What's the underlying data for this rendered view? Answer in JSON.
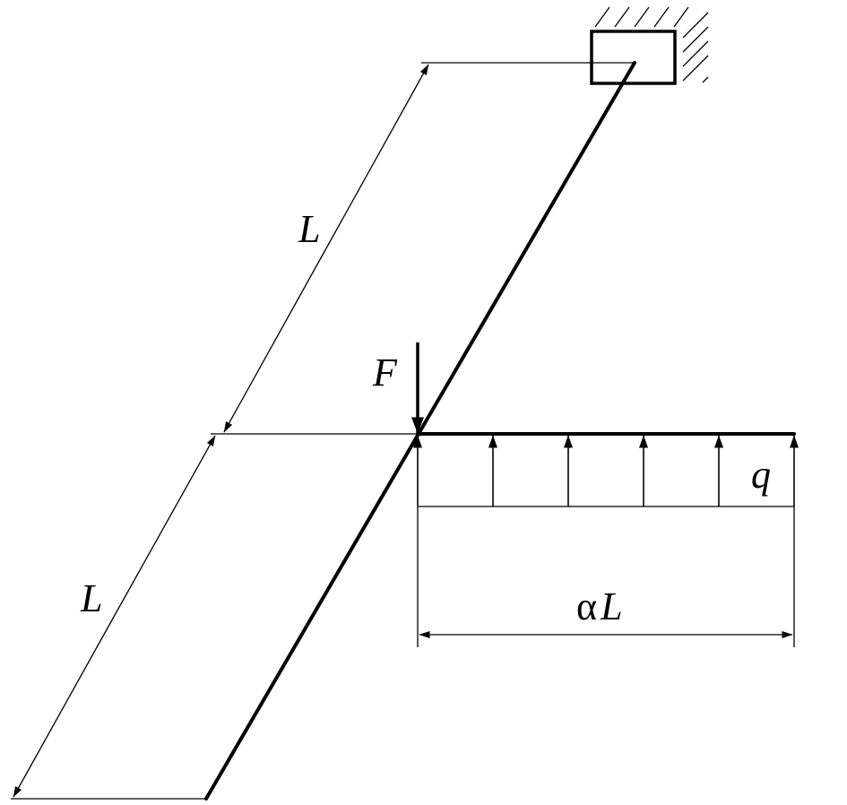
{
  "labels": {
    "length_upper": "L",
    "length_lower": "L",
    "force": "F",
    "distributed_load": "q",
    "load_span_alpha": "α",
    "load_span_L": "L"
  },
  "colors": {
    "line": "#000000",
    "background": "#ffffff"
  }
}
